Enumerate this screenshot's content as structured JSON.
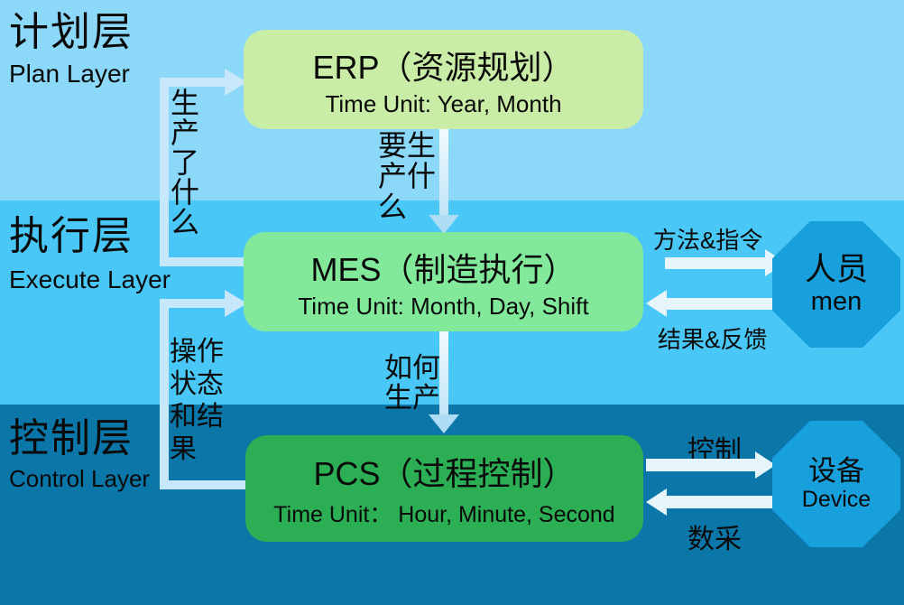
{
  "layers": [
    {
      "title": "计划层",
      "subtitle": "Plan Layer"
    },
    {
      "title": "执行层",
      "subtitle": "Execute Layer"
    },
    {
      "title": "控制层",
      "subtitle": "Control Layer"
    }
  ],
  "boxes": {
    "erp": {
      "title": "ERP（资源规划）",
      "subtitle": "Time Unit: Year, Month"
    },
    "mes": {
      "title": "MES（制造执行）",
      "subtitle": "Time Unit: Month, Day, Shift"
    },
    "pcs": {
      "title": "PCS（过程控制）",
      "subtitle": "Time Unit： Hour, Minute, Second"
    }
  },
  "nodes": {
    "men": {
      "title": "人员",
      "subtitle": "men"
    },
    "device": {
      "title": "设备",
      "subtitle": "Device"
    }
  },
  "flows": {
    "erp_to_mes": "要生产什么",
    "mes_to_pcs": "如何生产",
    "mes_to_erp": "生产了什么",
    "pcs_to_mes": "操作状态和结果",
    "mes_to_men": "方法&指令",
    "men_to_mes": "结果&反馈",
    "pcs_to_device": "控制",
    "device_to_pcs": "数采"
  },
  "colors": {
    "band-plan": "#8BD8F9",
    "band-execute": "#49C7F6",
    "band-control": "#0B76A8",
    "box-erp": "#C9ECA6",
    "box-mes": "#82E99B",
    "box-pcs": "#2BAE54",
    "node-blue": "#17A0DC",
    "connector": "#C7E8FA",
    "arrow-light": "#E6F4FC",
    "arrow-head": "#AEDCF4",
    "text": "#0A0A0A"
  }
}
